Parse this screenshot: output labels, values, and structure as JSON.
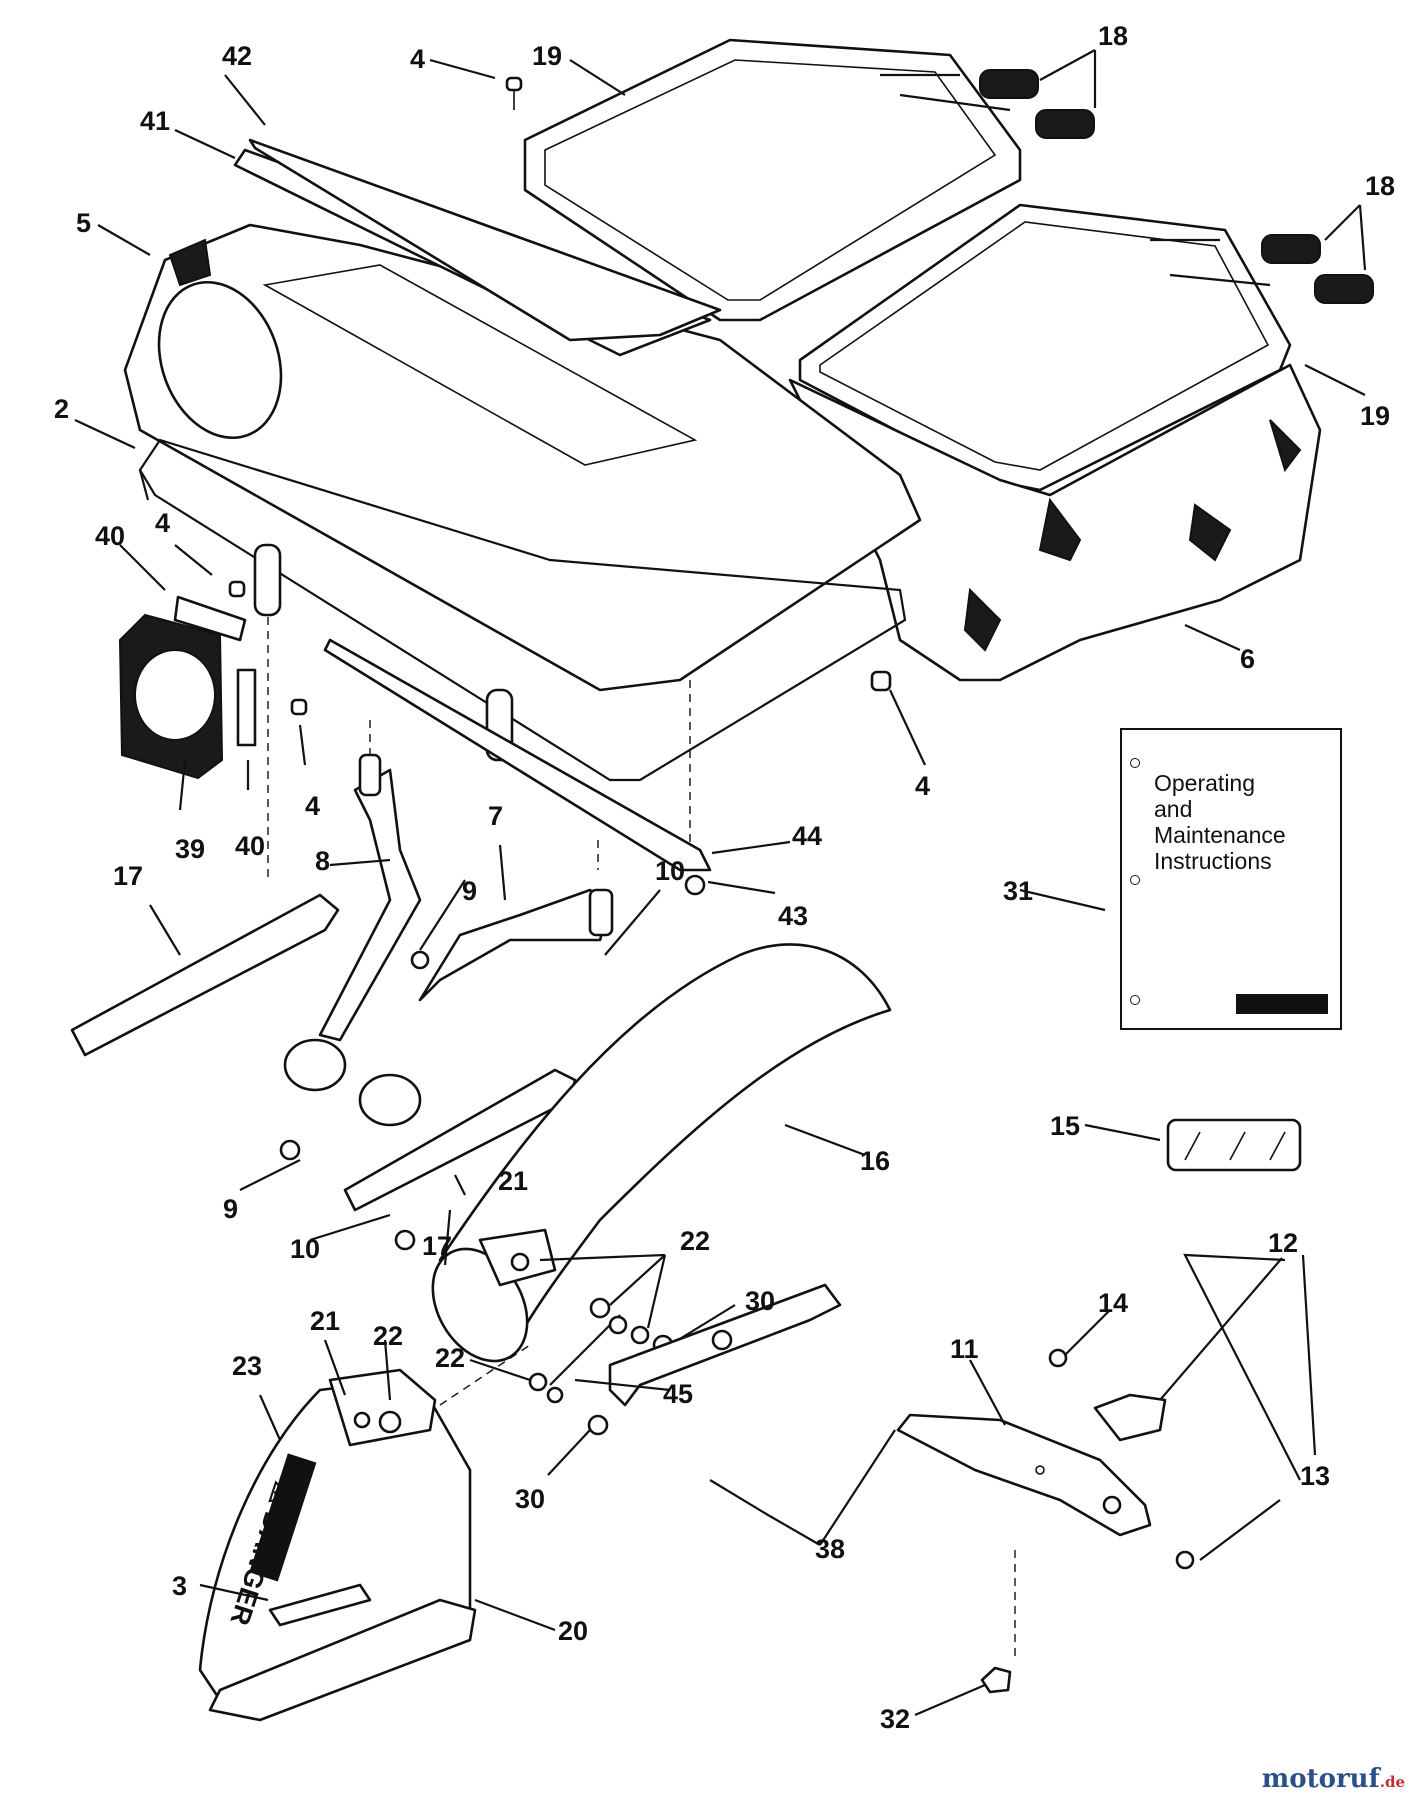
{
  "manual": {
    "line1": "Operating",
    "line2": "and",
    "line3": "Maintenance",
    "line4": "Instructions"
  },
  "decal_text": "⚠ DANGER",
  "watermark": {
    "main": "motoruf",
    "suffix": ".de"
  },
  "callouts": {
    "c42": "42",
    "c41": "41",
    "c5": "5",
    "c2": "2",
    "c4a": "4",
    "c4b": "4",
    "c4c": "4",
    "c4d": "4",
    "c19a": "19",
    "c19b": "19",
    "c18a": "18",
    "c18b": "18",
    "c6": "6",
    "c40a": "40",
    "c40b": "40",
    "c39": "39",
    "c8": "8",
    "c7": "7",
    "c44": "44",
    "c43": "43",
    "c31": "31",
    "c17a": "17",
    "c17b": "17",
    "c9a": "9",
    "c9b": "9",
    "c10a": "10",
    "c10b": "10",
    "c16": "16",
    "c15": "15",
    "c21a": "21",
    "c21b": "21",
    "c22a": "22",
    "c22b": "22",
    "c22c": "22",
    "c30a": "30",
    "c30b": "30",
    "c45": "45",
    "c23": "23",
    "c3": "3",
    "c20": "20",
    "c11": "11",
    "c12": "12",
    "c13": "13",
    "c14": "14",
    "c38": "38",
    "c32": "32"
  }
}
